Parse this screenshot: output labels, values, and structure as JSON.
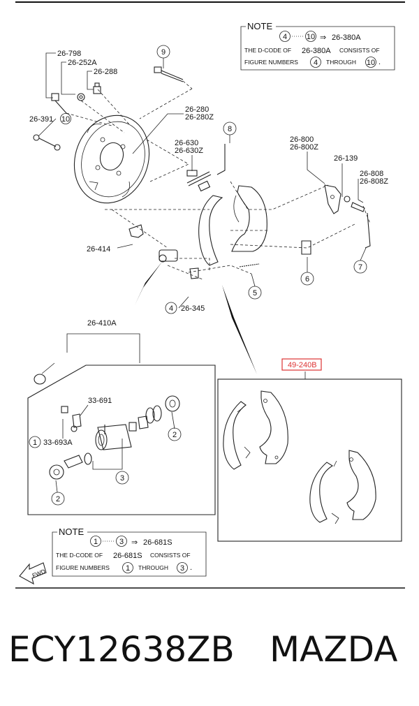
{
  "labels": {
    "p26_798": "26-798",
    "p26_252a": "26-252A",
    "p26_288": "26-288",
    "p26_391": "26-391",
    "p26_280": "26-280",
    "p26_280z": "26-280Z",
    "p26_630": "26-630",
    "p26_630z": "26-630Z",
    "p26_800": "26-800",
    "p26_800z": "26-800Z",
    "p26_139": "26-139",
    "p26_808": "26-808",
    "p26_808z": "26-808Z",
    "p26_414": "26-414",
    "p26_345": "26-345",
    "p26_410a": "26-410A",
    "p33_691": "33-691",
    "p33_693a": "33-693A",
    "p49_240b": "49-240B"
  },
  "callouts": {
    "c1": "1",
    "c2": "2",
    "c3": "3",
    "c4": "4",
    "c5": "5",
    "c6": "6",
    "c7": "7",
    "c8": "8",
    "c9": "9",
    "c10": "10"
  },
  "note_top": {
    "heading": "NOTE",
    "range_from": "4",
    "range_to": "10",
    "arrow": "⇒",
    "code": "26-380A",
    "line2_a": "THE D-CODE OF",
    "line2_code": "26-380A",
    "line2_b": "CONSISTS OF",
    "line3_a": "FIGURE NUMBERS",
    "line3_from": "4",
    "line3_mid": "THROUGH",
    "line3_to": "10",
    "line3_end": "."
  },
  "note_bottom": {
    "heading": "NOTE",
    "range_from": "1",
    "range_to": "3",
    "arrow": "⇒",
    "code": "26-681S",
    "line2_a": "THE D-CODE OF",
    "line2_code": "26-681S",
    "line2_b": "CONSISTS OF",
    "line3_a": "FIGURE NUMBERS",
    "line3_from": "1",
    "line3_mid": "THROUGH",
    "line3_to": "3",
    "line3_end": "."
  },
  "fwd_label": "FWD",
  "footer": {
    "part_number": "ECY12638ZB",
    "brand": "MAZDA"
  },
  "colors": {
    "highlight": "#dd3333",
    "line": "#222222"
  }
}
